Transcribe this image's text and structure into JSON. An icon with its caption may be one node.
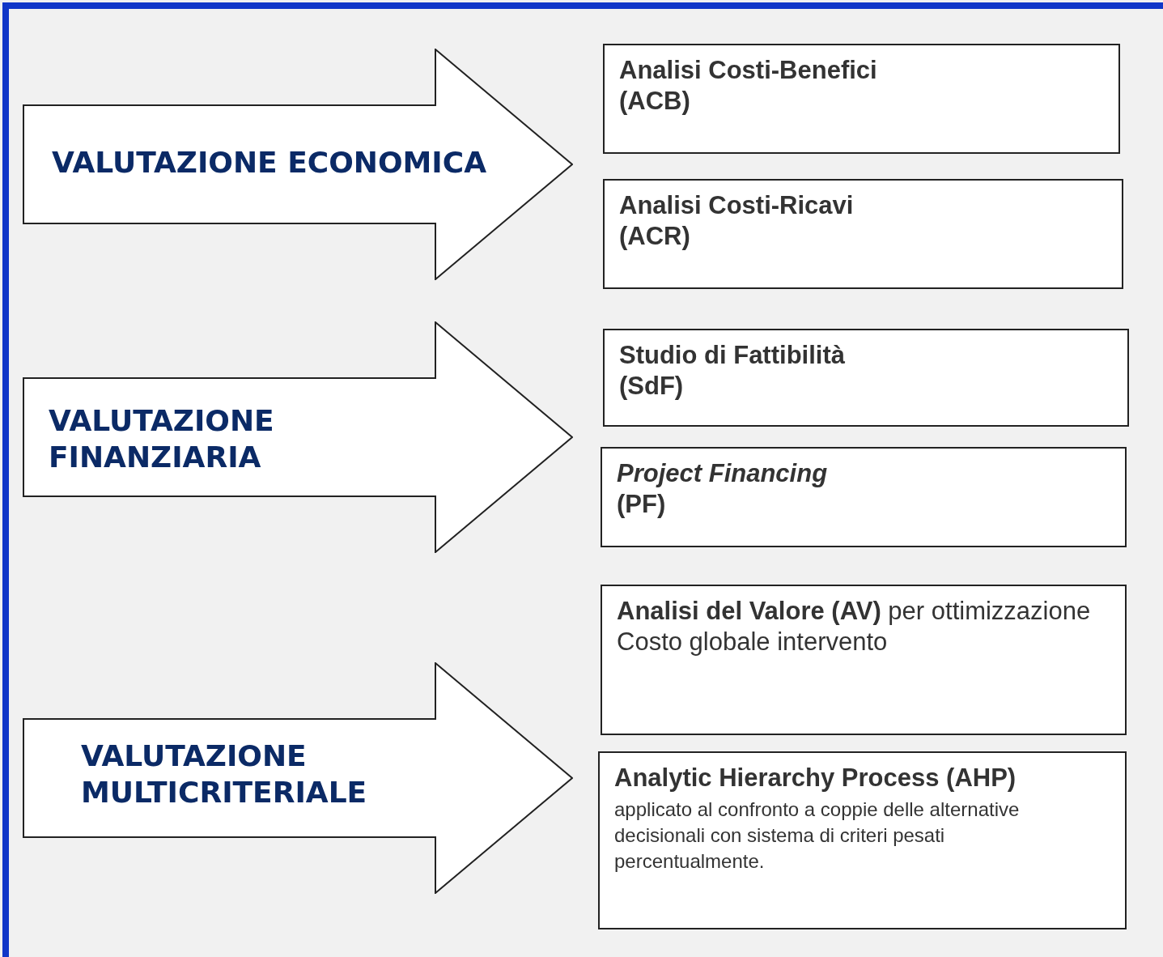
{
  "diagram": {
    "nodes": [
      {
        "text": [
          "VALUTAZIONE ECONOMICA"
        ]
      },
      {
        "text": [
          "Analisi Costi-Benefici (ACB)"
        ]
      },
      {
        "text": [
          "Analisi Costi-Ricavi (ACR)"
        ]
      },
      {
        "text": [
          "VALUTAZIONE FINANZIARIA"
        ]
      },
      {
        "text": [
          "Studio di Fattibilità (SdF)"
        ]
      },
      {
        "text": [
          "*Project Financing* (PF)"
        ]
      },
      {
        "text": [
          "VALUTAZIONE MULTICRITERIALE"
        ]
      },
      {
        "text": [
          "**Analisi del Valore (AV)** per ottimizzazione Costo globale intervento"
        ]
      },
      {
        "text": [
          "Analytic Hierarchy Process (AHP)",
          "applicato al confronto a coppie delle alternative decisionali con sistema di criteri pesati percentualmente."
        ]
      }
    ]
  }
}
